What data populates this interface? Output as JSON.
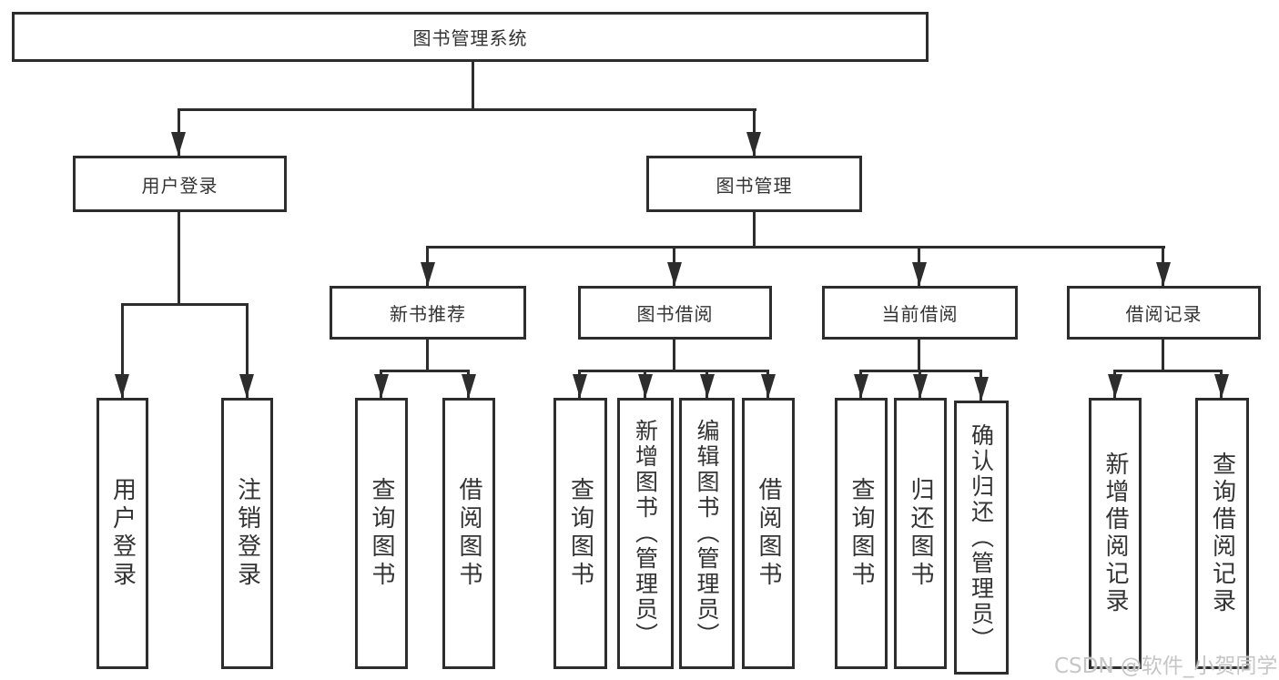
{
  "tree": {
    "label": "图书管理系统",
    "children": [
      {
        "label": "用户登录",
        "children": [
          {
            "label": "用户登录"
          },
          {
            "label": "注销登录"
          }
        ]
      },
      {
        "label": "图书管理",
        "children": [
          {
            "label": "新书推荐",
            "children": [
              {
                "label": "查询图书"
              },
              {
                "label": "借阅图书"
              }
            ]
          },
          {
            "label": "图书借阅",
            "children": [
              {
                "label": "查询图书"
              },
              {
                "label": "新增图书（管理员）"
              },
              {
                "label": "编辑图书（管理员）"
              },
              {
                "label": "借阅图书"
              }
            ]
          },
          {
            "label": "当前借阅",
            "children": [
              {
                "label": "查询图书"
              },
              {
                "label": "归还图书"
              },
              {
                "label": "确认归还（管理员）"
              }
            ]
          },
          {
            "label": "借阅记录",
            "children": [
              {
                "label": "新增借阅记录"
              },
              {
                "label": "查询借阅记录"
              }
            ]
          }
        ]
      }
    ]
  },
  "watermark": "CSDN @软件_小贺同学",
  "colors": {
    "line": "#2d2d2d",
    "text": "#333333",
    "watermark": "#c6c6c6",
    "background": "#ffffff"
  }
}
